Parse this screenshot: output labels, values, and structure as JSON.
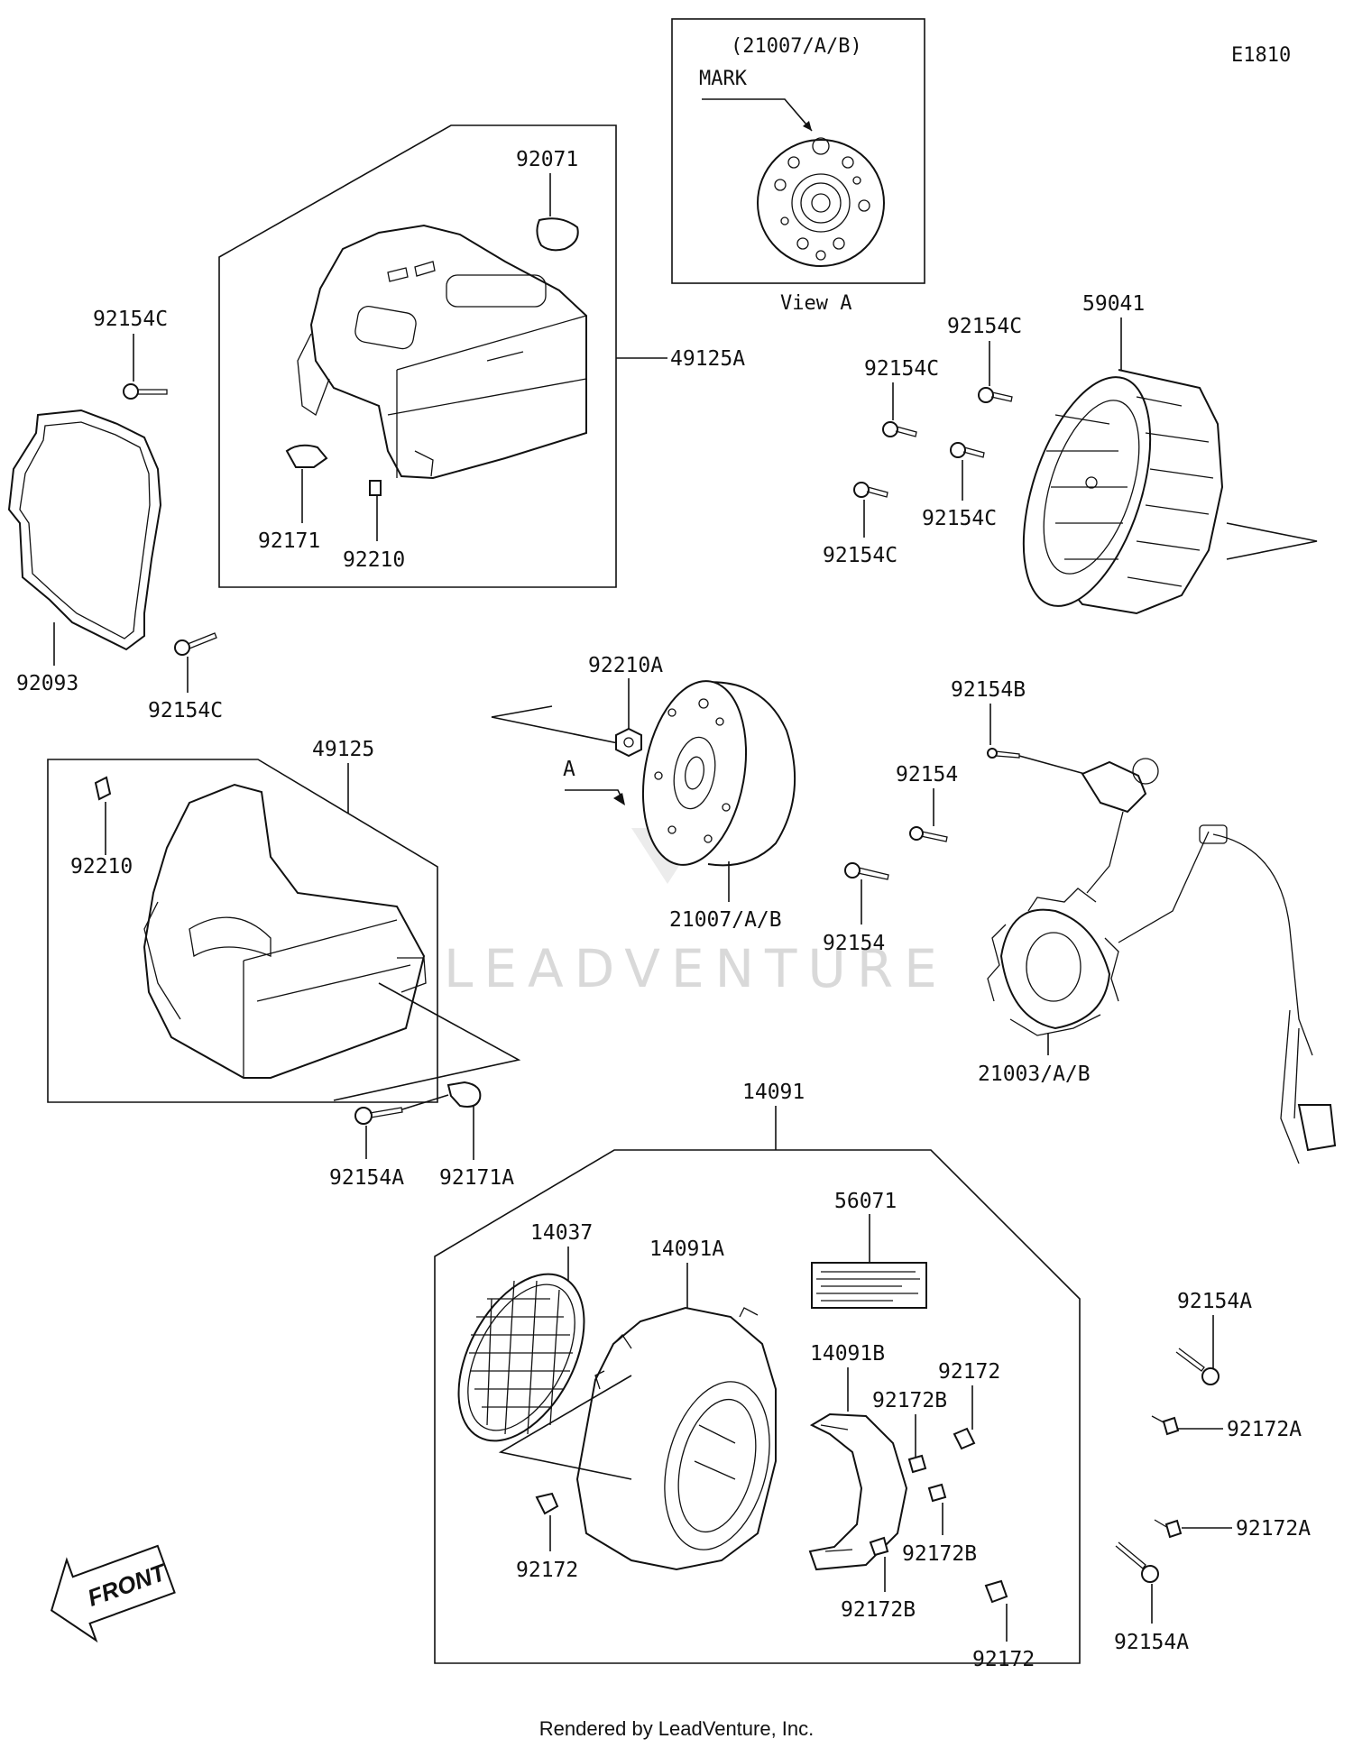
{
  "diagram_code": "E1810",
  "view_a": {
    "title": "(21007/A/B)",
    "mark_label": "MARK",
    "caption": "View A"
  },
  "callouts": {
    "c92071": "92071",
    "c49125A": "49125A",
    "c92154C_top": "92154C",
    "c92171": "92171",
    "c92210_upper": "92210",
    "c92093": "92093",
    "c92154C_mid": "92154C",
    "c59041": "59041",
    "c92154C_a": "92154C",
    "c92154C_b": "92154C",
    "c92154C_c": "92154C",
    "c92154C_d": "92154C",
    "c92210A": "92210A",
    "c_arrow_A": "A",
    "c21007": "21007/A/B",
    "c92154B": "92154B",
    "c92154_a": "92154",
    "c92154_b": "92154",
    "c21003": "21003/A/B",
    "c49125": "49125",
    "c92210_lower": "92210",
    "c92154A_left": "92154A",
    "c92171A": "92171A",
    "c14091": "14091",
    "c56071": "56071",
    "c14037": "14037",
    "c14091A": "14091A",
    "c14091B": "14091B",
    "c92172_a": "92172",
    "c92172B_a": "92172B",
    "c92172_b": "92172",
    "c92172B_b": "92172B",
    "c92172B_c": "92172B",
    "c92172_c": "92172",
    "c92154A_r1": "92154A",
    "c92172A_r1": "92172A",
    "c92172A_r2": "92172A",
    "c92154A_r2": "92154A"
  },
  "front_badge": "FRONT",
  "watermark": "LEADVENTURE",
  "footer": "Rendered by LeadVenture, Inc."
}
